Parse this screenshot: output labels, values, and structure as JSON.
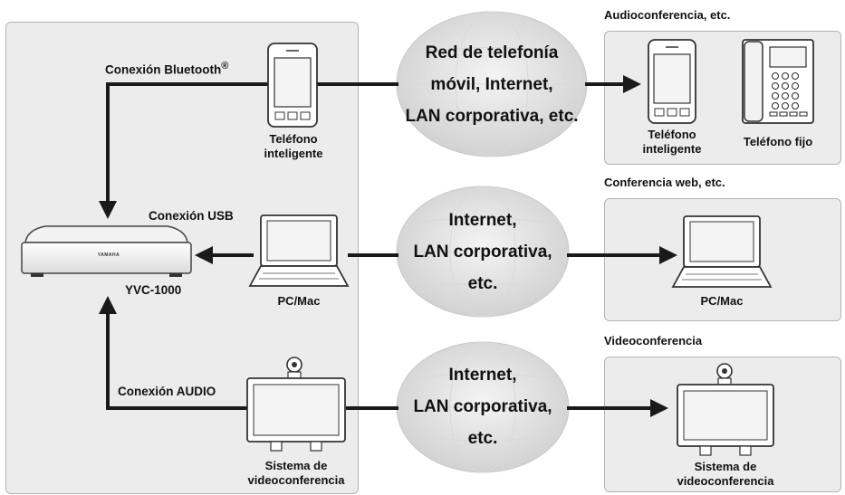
{
  "left_panel": {
    "bluetooth_label": "Conexión Bluetooth",
    "bluetooth_reg": "®",
    "usb_label": "Conexión USB",
    "audio_label": "Conexión AUDIO",
    "device_name": "YVC-1000",
    "device_logo": "YAMAHA",
    "smartphone_label": [
      "Teléfono",
      "inteligente"
    ],
    "pc_label": "PC/Mac",
    "vc_label": [
      "Sistema de",
      "videoconferencia"
    ]
  },
  "clouds": [
    {
      "lines": [
        "Red de telefonía",
        "móvil, Internet,",
        "LAN corporativa, etc."
      ]
    },
    {
      "lines": [
        "Internet,",
        "LAN corporativa,",
        "etc."
      ]
    },
    {
      "lines": [
        "Internet,",
        "LAN corporativa,",
        "etc."
      ]
    }
  ],
  "right_panels": [
    {
      "title": "Audioconferencia, etc.",
      "items": [
        [
          "Teléfono",
          "inteligente"
        ],
        [
          "Teléfono fijo"
        ]
      ]
    },
    {
      "title": "Conferencia web, etc.",
      "items": [
        [
          "PC/Mac"
        ]
      ]
    },
    {
      "title": "Videoconferencia",
      "items": [
        [
          "Sistema de",
          "videoconferencia"
        ]
      ]
    }
  ],
  "colors": {
    "panel_bg": "#ececec",
    "panel_border": "#b3b3b3",
    "cloud_fill": "#e2e2e2",
    "line": "#1a1a1a"
  }
}
